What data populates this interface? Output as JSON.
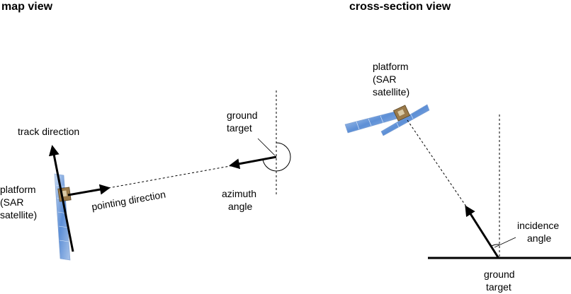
{
  "titles": {
    "map_view": "map view",
    "cross_section_view": "cross-section view"
  },
  "map_view": {
    "track_direction": "track direction",
    "platform_lines": [
      "platform",
      "(SAR",
      "satellite)"
    ],
    "pointing_direction": "pointing direction",
    "ground_target_lines": [
      "ground",
      "target"
    ],
    "azimuth_angle_lines": [
      "azimuth",
      "angle"
    ]
  },
  "cross_section": {
    "platform_lines": [
      "platform",
      "(SAR",
      "satellite)"
    ],
    "incidence_angle_lines": [
      "incidence",
      "angle"
    ],
    "ground_target_lines": [
      "ground",
      "target"
    ]
  },
  "colors": {
    "solar_panel": "#5d8fd6",
    "solar_panel_light": "#c9dbf3",
    "satellite_body": "#9a7a4a"
  }
}
